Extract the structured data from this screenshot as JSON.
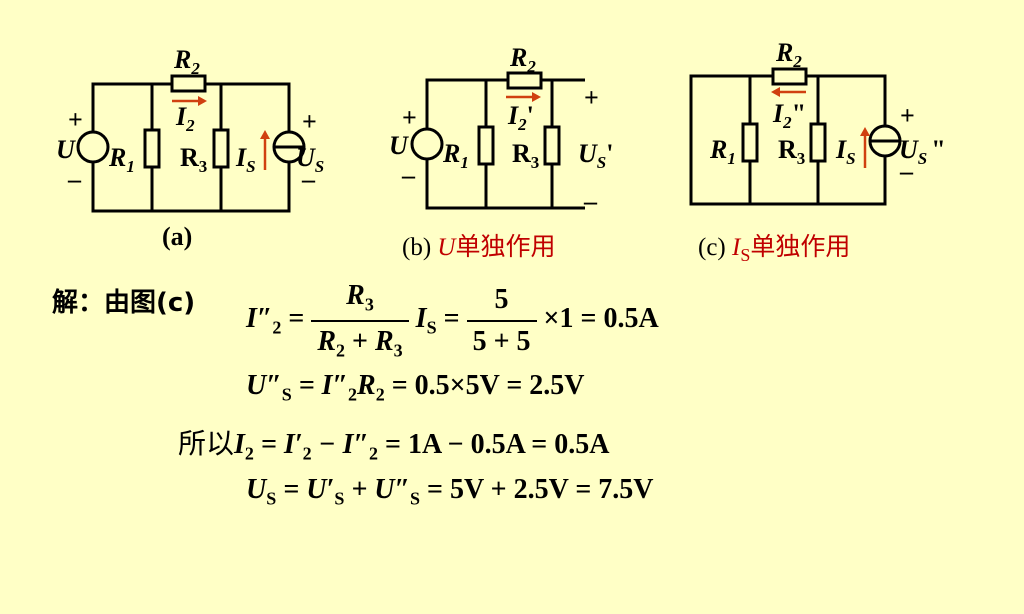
{
  "labels": {
    "r1": "R",
    "r1_sub": "1",
    "r2": "R",
    "r2_sub": "2",
    "r3": "R",
    "r3_sub": "3",
    "u": "U",
    "us": "U",
    "us_sub": "S",
    "is": "I",
    "is_sub": "S",
    "i2": "I",
    "i2_sub": "2",
    "plus": "+",
    "minus": "–",
    "prime": "'",
    "dprime": "\"",
    "cap_a": "(a)"
  },
  "captions": {
    "b_prefix": "(b) ",
    "b_var": "U",
    "b_text": "单独作用",
    "c_prefix": "(c) ",
    "c_var": "I",
    "c_var_sub": "S",
    "c_text": "单独作用"
  },
  "solution": {
    "intro": "解：由图(c)",
    "therefore": "所以",
    "eq1_lhs": "I″",
    "eq1_lhs_sub": "2",
    "eq1_eq": " = ",
    "eq1_num": "R",
    "eq1_num_sub": "3",
    "eq1_den_a": "R",
    "eq1_den_a_sub": "2",
    "eq1_den_plus": " + ",
    "eq1_den_b": "R",
    "eq1_den_b_sub": "3",
    "eq1_is": " I",
    "eq1_is_sub": "S",
    "eq1_eq2": " = ",
    "eq1_num2": "5",
    "eq1_den2": "5 + 5",
    "eq1_tail": "×1 = 0.5A",
    "eq2_lhs": "U″",
    "eq2_lhs_sub": "S",
    "eq2_mid": " = I″",
    "eq2_mid_sub": "2",
    "eq2_r": "R",
    "eq2_r_sub": "2",
    "eq2_tail": " = 0.5×5V = 2.5V",
    "eq3_lhs": "I",
    "eq3_lhs_sub": "2",
    "eq3_a": " = I′",
    "eq3_a_sub": "2",
    "eq3_b": " − I″",
    "eq3_b_sub": "2",
    "eq3_tail": " = 1A − 0.5A = 0.5A",
    "eq4_lhs": "U",
    "eq4_lhs_sub": "S",
    "eq4_a": " = U′",
    "eq4_a_sub": "S",
    "eq4_b": " + U″",
    "eq4_b_sub": "S",
    "eq4_tail": " = 5V + 2.5V = 7.5V"
  },
  "colors": {
    "background": "#ffffc6",
    "arrow": "#d04010",
    "caption_accent": "#c00000"
  }
}
